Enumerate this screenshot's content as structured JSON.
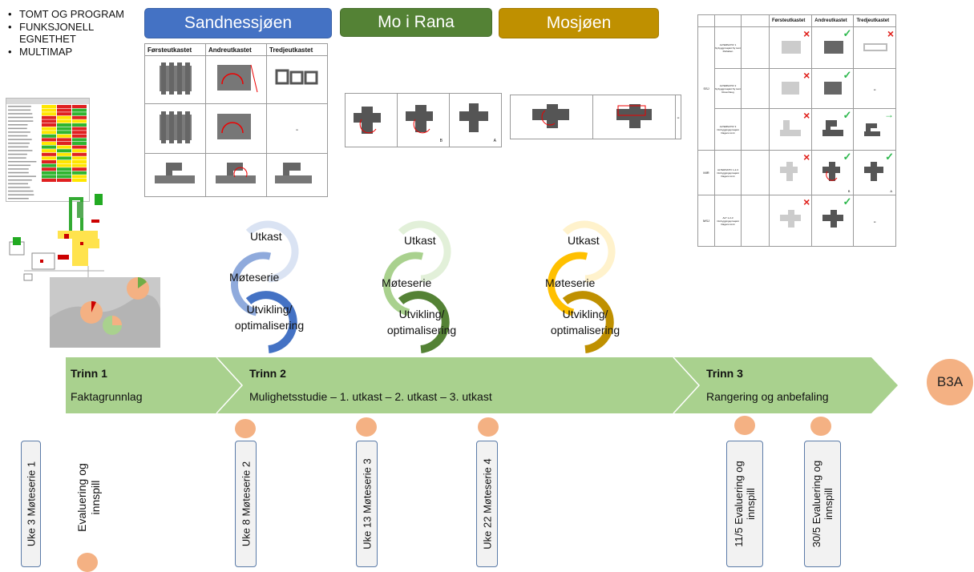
{
  "bullets": [
    "TOMT OG PROGRAM",
    "FUNKSJONELL EGNETHET",
    "MULTIMAP"
  ],
  "sites": [
    {
      "label": "Sandnessjøen",
      "color": "#4472c4"
    },
    {
      "label": "Mo i Rana",
      "color": "#548235"
    },
    {
      "label": "Mosjøen",
      "color": "#bf9000"
    }
  ],
  "table_headers": [
    "Førsteutkastet",
    "Andreutkastet",
    "Tredjeutkastet"
  ],
  "right_table": {
    "row_labels": [
      "ALTERNATIV 1 Nybyggprosjekt Ny tomt Rishatten",
      "ALTERNATIV 2 Nybyggprosjekt Ny tomt Rosenhaug",
      "ALTERNATIV 3 Ombyggingsprosjekt Dagens tomt",
      "ALTERNATIV 1-2-3 Ombyggingsprosjekt Dagens tomt",
      "ALT 1-2-3 Ombyggingsprosjekt Dagens tomt"
    ],
    "group_labels": [
      "SSJ",
      "MIR",
      "MSJ"
    ],
    "marks": [
      [
        "×",
        "✓",
        "×"
      ],
      [
        "×",
        "✓",
        "-"
      ],
      [
        "×",
        "✓",
        "→"
      ],
      [
        "×",
        "✓",
        "✓"
      ],
      [
        "×",
        "✓",
        "-"
      ]
    ]
  },
  "small_labels": {
    "b": "B",
    "a": "A",
    "dash": "-"
  },
  "cycle": [
    "Utkast",
    "Møteserie",
    "Utvikling/ optimalisering"
  ],
  "cycle_colors": {
    "blue": [
      "#dae3f3",
      "#8faadc",
      "#4472c4"
    ],
    "green": [
      "#e2f0d9",
      "#a9d18e",
      "#548235"
    ],
    "gold": [
      "#fff2cc",
      "#ffc000",
      "#bf9000"
    ]
  },
  "trinn": [
    {
      "title": "Trinn 1",
      "desc": "Faktagrunnlag"
    },
    {
      "title": "Trinn 2",
      "desc": "Mulighetsstudie – 1. utkast – 2. utkast – 3. utkast"
    },
    {
      "title": "Trinn 3",
      "desc": "Rangering og anbefaling"
    }
  ],
  "arrow_color": "#a9d18e",
  "end_badge": "B3A",
  "milestones": [
    "Uke 3 Møteserie 1",
    "Evaluering og innspill",
    "Uke 8 Møteserie 2",
    "Uke 13 Møteserie 3",
    "Uke 22 Møteserie 4",
    "11/5 Evaluering og innspill",
    "30/5 Evaluering og innspill"
  ]
}
